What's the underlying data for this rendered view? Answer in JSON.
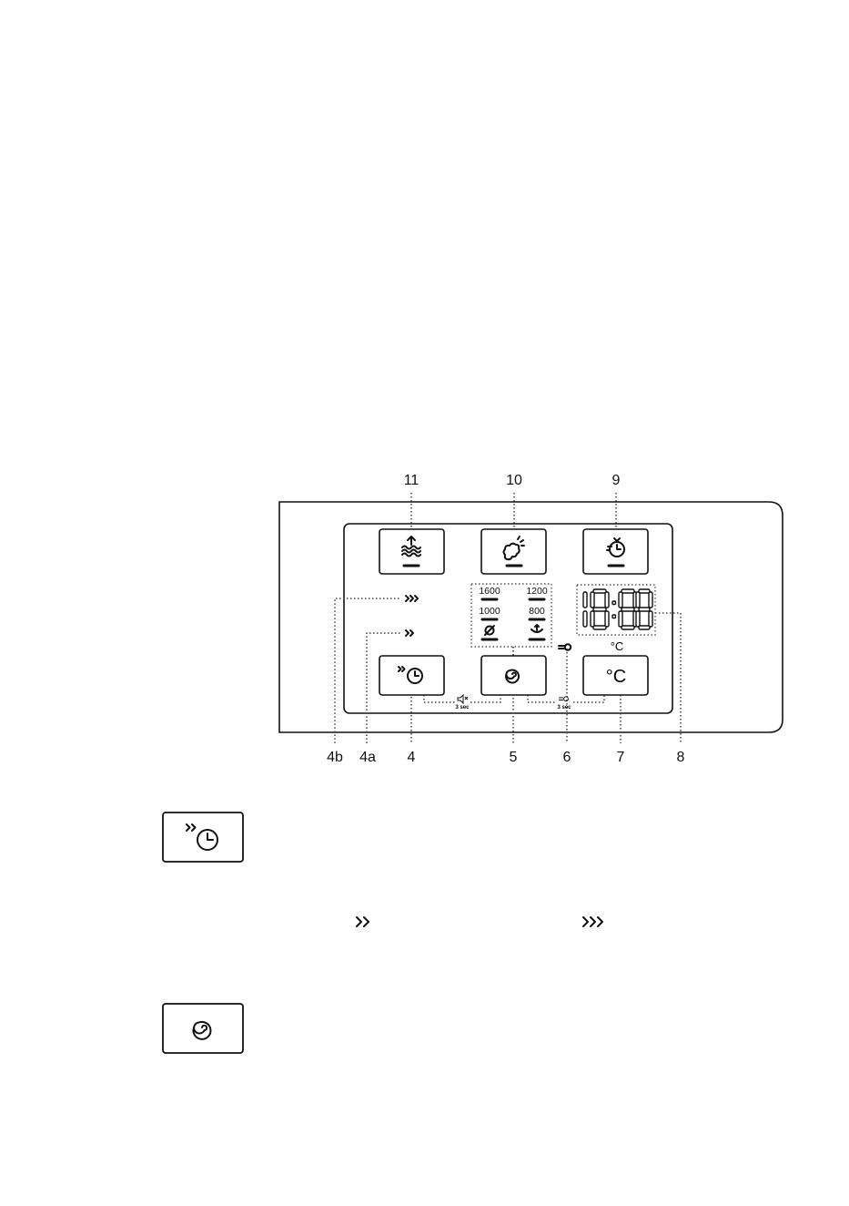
{
  "callouts": {
    "c11": "11",
    "c10": "10",
    "c9": "9",
    "c4b": "4b",
    "c4a": "4a",
    "c4": "4",
    "c5": "5",
    "c6": "6",
    "c7": "7",
    "c8": "8"
  },
  "spin_options": {
    "s1600": "1600",
    "s1200": "1200",
    "s1000": "1000",
    "s800": "800"
  },
  "display": {
    "value": "18:88",
    "temp_symbol": "°C"
  },
  "hints": {
    "mute_hold": "3 sec",
    "lock_hold": "3 sec"
  },
  "buttons": {
    "temperature_label": "°C"
  },
  "icons": {
    "rinse": "rinse-plus-icon",
    "steam": "steam-icon",
    "time_saver": "time-saver-icon",
    "delay_start": "delay-start-icon",
    "spin": "spin-icon",
    "mute": "mute-icon",
    "child_lock": "child-lock-icon",
    "no_spin": "no-spin-icon",
    "rinse_hold": "rinse-hold-icon"
  }
}
